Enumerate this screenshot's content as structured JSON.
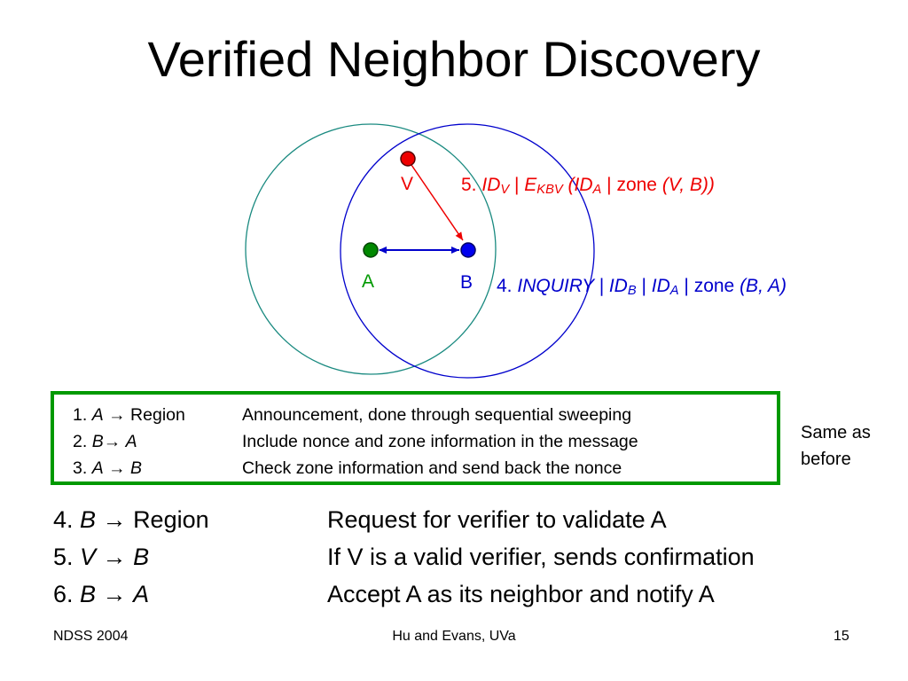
{
  "title": "Verified Neighbor Discovery",
  "diagram": {
    "node_v": "V",
    "node_a": "A",
    "node_b": "B",
    "msg5": {
      "num": "5. ",
      "id": "ID",
      "id_sub": "V",
      "sep1": " | ",
      "e": "E",
      "e_sub": "KBV",
      "paren": " (ID",
      "paren_sub": "A",
      "sep2": " | ",
      "zone": "zone",
      "tail": " (V, B))"
    },
    "msg4": {
      "num": "4. ",
      "inq": "INQUIRY | ID",
      "inq_sub": "B",
      "sep1": " | ",
      "id": "ID",
      "id_sub": "A",
      "sep2": " | ",
      "zone": "zone",
      "tail": " (B, A)"
    },
    "colors": {
      "v": "#ee0000",
      "a": "#008800",
      "b": "#0000ee",
      "circle_left": "#1a8a80",
      "circle_right": "#0000cc",
      "box": "#009900"
    }
  },
  "box_rows": [
    {
      "num": "1. ",
      "who": "A",
      "arrow": " → ",
      "to": "Region",
      "desc": "Announcement, done through sequential sweeping"
    },
    {
      "num": "2. ",
      "who": "B",
      "arrow": "→ ",
      "to": "A",
      "desc": "Include nonce and zone information in the message"
    },
    {
      "num": "3. ",
      "who": "A",
      "arrow": " → ",
      "to": "B",
      "desc": "Check zone information and send back the nonce"
    }
  ],
  "side_note": {
    "line1": "Same as",
    "line2": "before"
  },
  "body_rows": [
    {
      "num": "4. ",
      "who": "B",
      "arrow": " → ",
      "to": "Region",
      "desc": "Request for verifier to validate A"
    },
    {
      "num": "5. ",
      "who": "V",
      "arrow": " → ",
      "to": "B",
      "desc": "If V is a valid verifier, sends confirmation"
    },
    {
      "num": "6. ",
      "who": "B",
      "arrow": " → ",
      "to": "A",
      "desc": "Accept A as its neighbor and notify A"
    }
  ],
  "footer": {
    "left": "NDSS 2004",
    "center": "Hu and Evans, UVa",
    "right": "15"
  }
}
